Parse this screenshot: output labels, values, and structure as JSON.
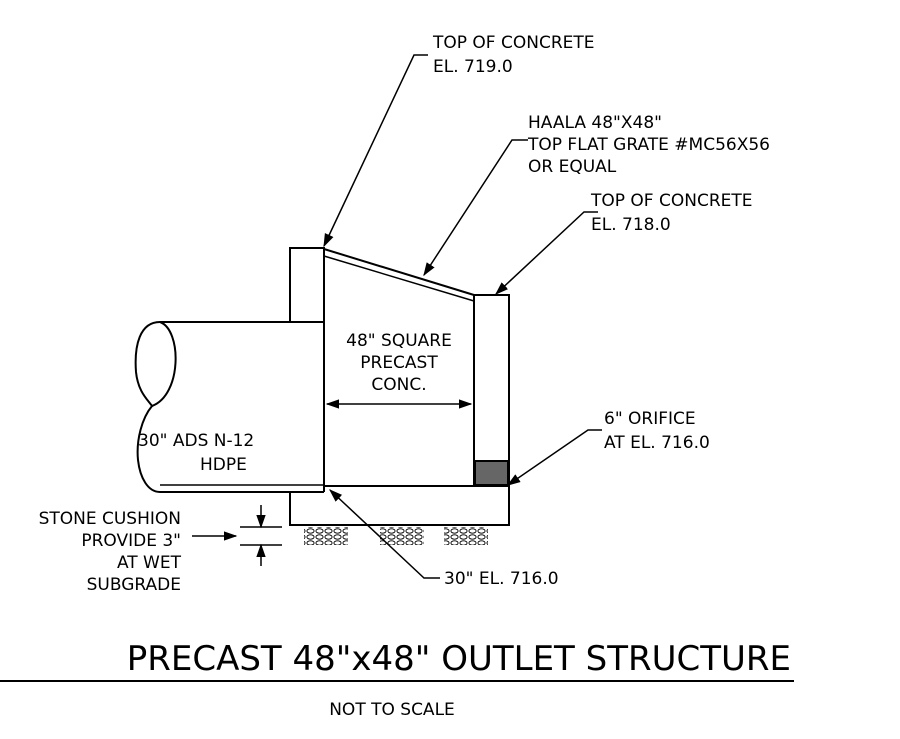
{
  "labels": {
    "top_concrete_1_line1": "TOP OF CONCRETE",
    "top_concrete_1_line2": "EL. 719.0",
    "grate_line1": "HAALA 48\"X48\"",
    "grate_line2": "TOP FLAT GRATE #MC56X56",
    "grate_line3": "OR EQUAL",
    "top_concrete_2_line1": "TOP OF CONCRETE",
    "top_concrete_2_line2": "EL. 718.0",
    "box_line1": "48\" SQUARE",
    "box_line2": "PRECAST",
    "box_line3": "CONC.",
    "pipe_line1": "30\" ADS N-12",
    "pipe_line2": "HDPE",
    "orifice_line1": "6\" ORIFICE",
    "orifice_line2": "AT EL. 716.0",
    "stone_line1": "STONE CUSHION",
    "stone_line2": "PROVIDE 3\"",
    "stone_line3": "AT WET",
    "stone_line4": "SUBGRADE",
    "invert": "30\" EL. 716.0"
  },
  "title": "PRECAST 48\"x48\" OUTLET STRUCTURE",
  "subtitle": "NOT TO SCALE",
  "colors": {
    "line": "#000000",
    "orifice_fill": "#666666",
    "background": "#ffffff"
  }
}
